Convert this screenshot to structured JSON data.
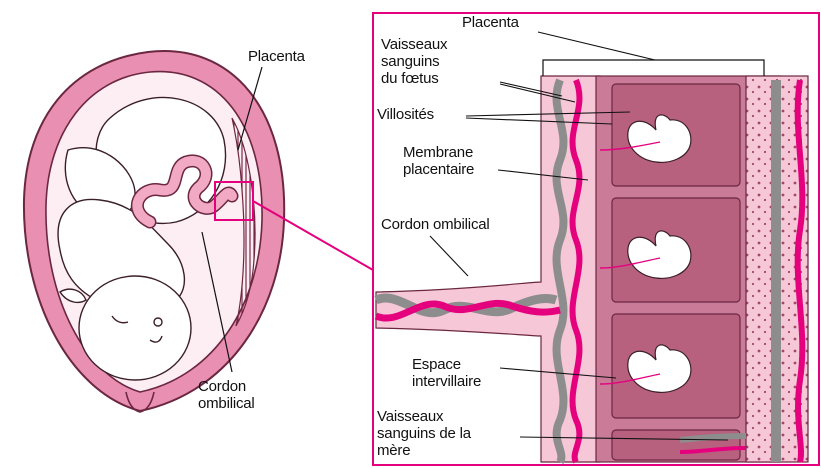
{
  "colors": {
    "magenta": "#e5007e",
    "uterus_pink": "#e98fb1",
    "uterus_outline": "#6b2740",
    "cavity": "#fdeef3",
    "fetus_fill": "#ffffff",
    "cord_pink": "#f2a9c3",
    "placenta_dark": "#a34768",
    "placenta_mid": "#c97b97",
    "placenta_light": "#f5c7d7",
    "vessel_grey": "#8d8d8d"
  },
  "left_figure": {
    "placenta_label": "Placenta",
    "cord_label": [
      "Cordon",
      "ombilical"
    ]
  },
  "right_figure": {
    "placenta_label": "Placenta",
    "fetal_vessels_label": [
      "Vaisseaux",
      "sanguins",
      "du fœtus"
    ],
    "villi_label": "Villosités",
    "membrane_label": [
      "Membrane",
      "placentaire"
    ],
    "cord_label": "Cordon ombilical",
    "intervillous_label": [
      "Espace",
      "intervillaire"
    ],
    "maternal_vessels_label": [
      "Vaisseaux",
      "sanguins de la",
      "mère"
    ]
  }
}
